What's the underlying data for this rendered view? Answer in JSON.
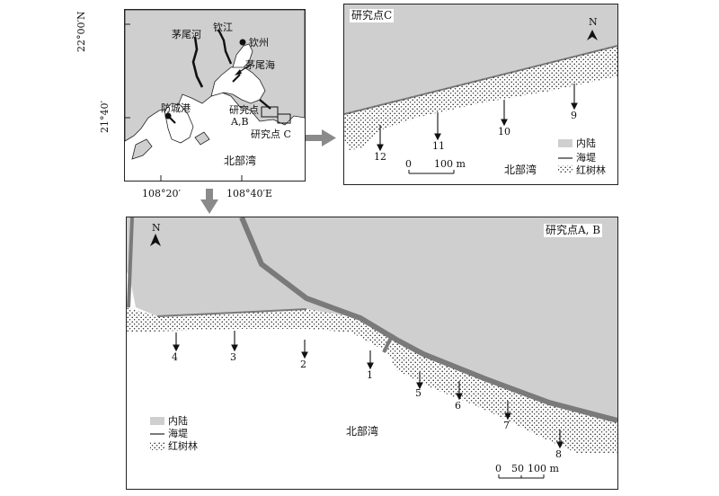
{
  "inset": {
    "lat_top": "22°00′N",
    "lat_mid": "21°40′",
    "lon_left": "108°20′",
    "lon_right": "108°40′E",
    "places": {
      "maoweihe": "茅尾河",
      "qinjiang": "钦江",
      "qinzhou": "钦州",
      "maoweihai": "茅尾海",
      "fangchenggang": "防城港",
      "site_ab_line1": "研究点",
      "site_ab_line2": "A,B",
      "site_c": "研究点 C",
      "gulf": "北部湾"
    }
  },
  "panel_c": {
    "title": "研究点C",
    "north": "N",
    "stations": [
      "12",
      "11",
      "10",
      "9"
    ],
    "scale_zero": "0",
    "scale_len": "100 m",
    "gulf": "北部湾",
    "legend": [
      {
        "label": "内陆",
        "kind": "land"
      },
      {
        "label": "海堤",
        "kind": "dike"
      },
      {
        "label": "红树林",
        "kind": "mangrove"
      }
    ]
  },
  "panel_ab": {
    "title": "研究点A, B",
    "north": "N",
    "stations": [
      "4",
      "3",
      "2",
      "1",
      "5",
      "6",
      "7",
      "8"
    ],
    "scale_zero": "0",
    "scale_mid": "50",
    "scale_len": "100 m",
    "gulf": "北部湾",
    "legend": [
      {
        "label": "内陆",
        "kind": "land"
      },
      {
        "label": "海堤",
        "kind": "dike"
      },
      {
        "label": "红树林",
        "kind": "mangrove"
      }
    ]
  },
  "colors": {
    "land": "#cfcfcf",
    "dike": "#7a7a7a",
    "dots": "#1a1a1a",
    "arrow": "#8a8a8a"
  }
}
